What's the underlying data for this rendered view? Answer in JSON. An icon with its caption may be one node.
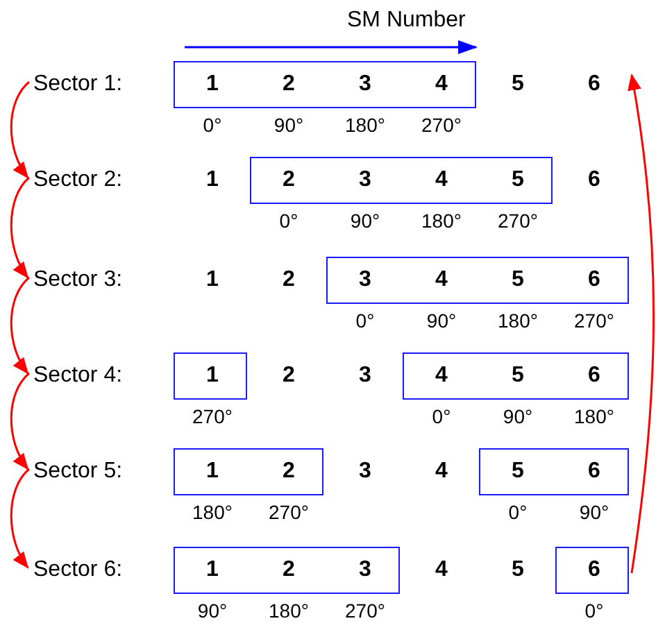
{
  "diagram": {
    "nodes": [
      {
        "text": [
          "Sector 1:"
        ]
      },
      {
        "text": [
          "1",
          "2",
          "3",
          "4"
        ],
        "beside": [
          "0°",
          "90°",
          "180°",
          "270°"
        ]
      },
      {
        "text": [
          "6"
        ]
      },
      {
        "text": [
          "Sector 2:"
        ]
      },
      {
        "text": [
          "2",
          "3",
          "4",
          "5"
        ],
        "beside": [
          "0°",
          "90°",
          "180°",
          "270°"
        ]
      },
      {
        "text": [
          "Sector 3:"
        ]
      },
      {
        "text": [
          "3",
          "4",
          "5",
          "6"
        ],
        "beside": [
          "0°",
          "90°",
          "180°",
          "270°"
        ]
      },
      {
        "text": [
          "Sector 4:"
        ]
      },
      {
        "text": [
          "1"
        ],
        "beside": [
          "270°"
        ]
      },
      {
        "text": [
          "4",
          "5",
          "6"
        ],
        "beside": [
          "0°",
          "90°",
          "180°"
        ]
      },
      {
        "text": [
          "Sector 5:"
        ]
      },
      {
        "text": [
          "1",
          "2"
        ],
        "beside": [
          "180°",
          "270°"
        ]
      },
      {
        "text": [
          "5",
          "6"
        ],
        "beside": [
          "0°",
          "90°"
        ]
      },
      {
        "text": [
          "Sector 6:"
        ]
      },
      {
        "text": [
          "1",
          "2",
          "3"
        ],
        "beside": [
          "90°",
          "180°",
          "270°"
        ]
      },
      {
        "text": [
          "6"
        ],
        "beside": [
          "0°"
        ]
      }
    ],
    "edges": [
      {
        "from": 0,
        "to": 3,
        "arrow": "to"
      },
      {
        "from": 3,
        "to": 5,
        "arrow": "to"
      },
      {
        "from": 5,
        "to": 7,
        "arrow": "to"
      },
      {
        "from": 7,
        "to": 10,
        "arrow": "to"
      },
      {
        "from": 10,
        "to": 13,
        "arrow": "to"
      },
      {
        "from": 15,
        "to": 2,
        "arrow": "to"
      }
    ],
    "labels": [
      "SM Number",
      "5",
      "1",
      "6",
      "1",
      "2",
      "2",
      "3",
      "3",
      "4",
      "4",
      "5"
    ]
  }
}
